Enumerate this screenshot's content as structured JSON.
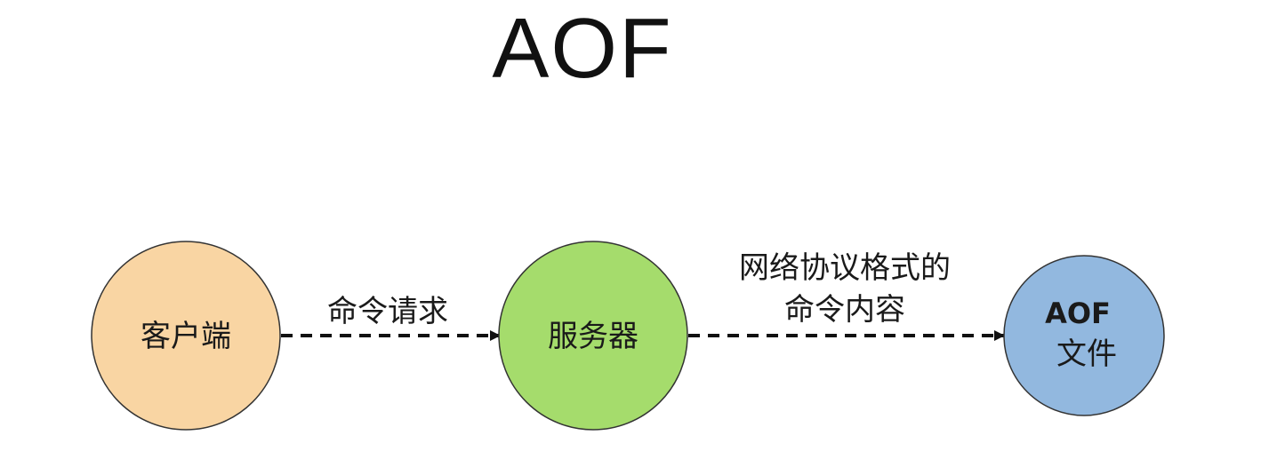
{
  "title": "AOF",
  "nodes": [
    {
      "id": "client",
      "label_lines": [
        "客户端"
      ],
      "color": "#f9d5a3"
    },
    {
      "id": "server",
      "label_lines": [
        "服务器"
      ],
      "color": "#a5dc6c"
    },
    {
      "id": "aof_file",
      "label_lines": [
        "AOF",
        "文件"
      ],
      "color": "#92b8df"
    }
  ],
  "edges": [
    {
      "from": "client",
      "to": "server",
      "label_lines": [
        "命令请求"
      ],
      "style": "dashed"
    },
    {
      "from": "server",
      "to": "aof_file",
      "label_lines": [
        "网络协议格式的",
        "命令内容"
      ],
      "style": "dashed"
    }
  ]
}
